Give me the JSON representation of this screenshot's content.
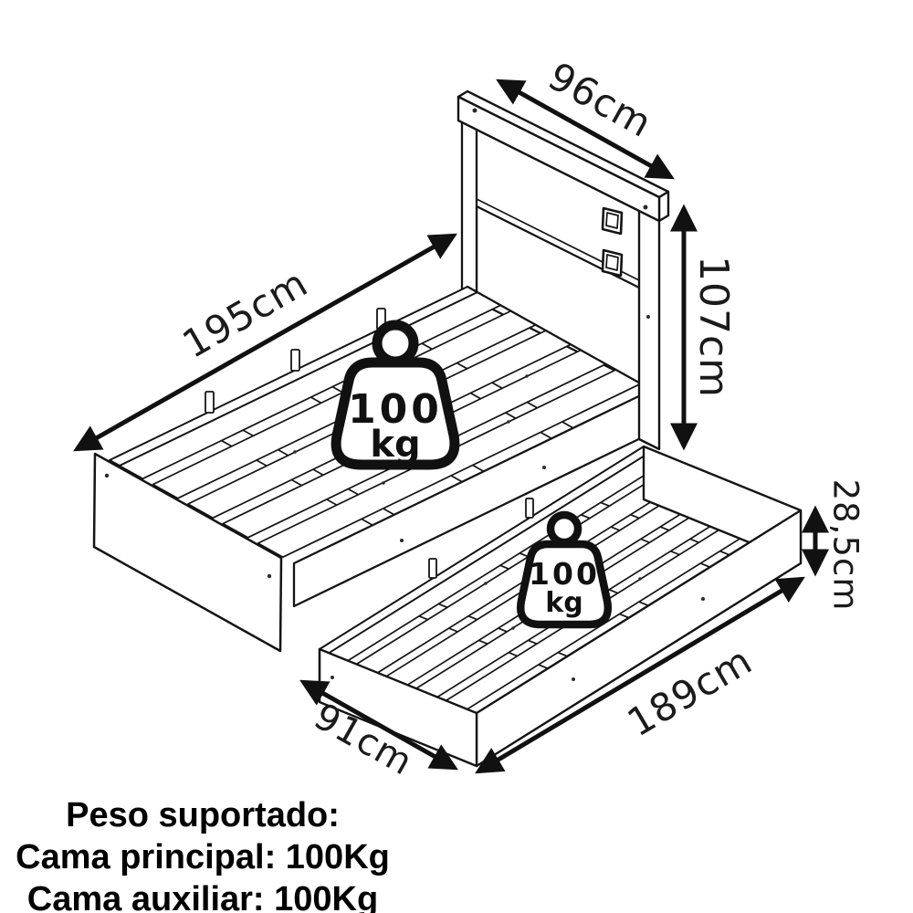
{
  "meta": {
    "background": "#ffffff",
    "ink": "#141414"
  },
  "dimensions": {
    "main_bed": {
      "width_label": "96cm",
      "length_label": "195cm",
      "height_label": "107cm"
    },
    "aux_bed": {
      "height_label": "28,5cm",
      "length_label": "189cm",
      "width_label": "91cm"
    }
  },
  "weights": {
    "main": {
      "value": "100",
      "unit": "kg"
    },
    "aux": {
      "value": "100",
      "unit": "kg"
    }
  },
  "footer": {
    "title": "Peso suportado:",
    "main_line": "Cama principal: 100Kg",
    "aux_line": "Cama auxiliar: 100Kg"
  }
}
